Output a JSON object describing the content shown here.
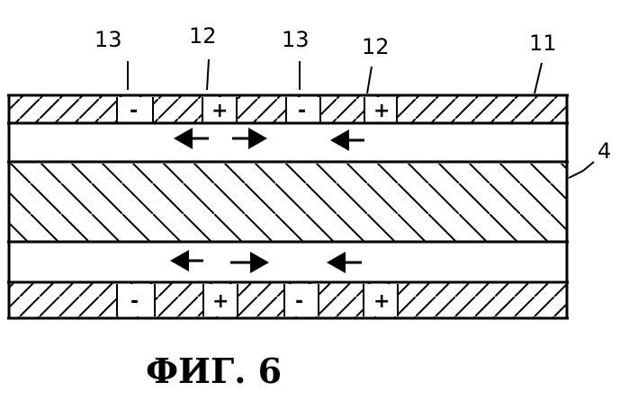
{
  "labels": {
    "l13a": "13",
    "l12a": "12",
    "l13b": "13",
    "l12b": "12",
    "l11": "11",
    "l4": "4"
  },
  "signs": {
    "minus": "-",
    "plus": "+"
  },
  "caption": "ФИГ. 6"
}
